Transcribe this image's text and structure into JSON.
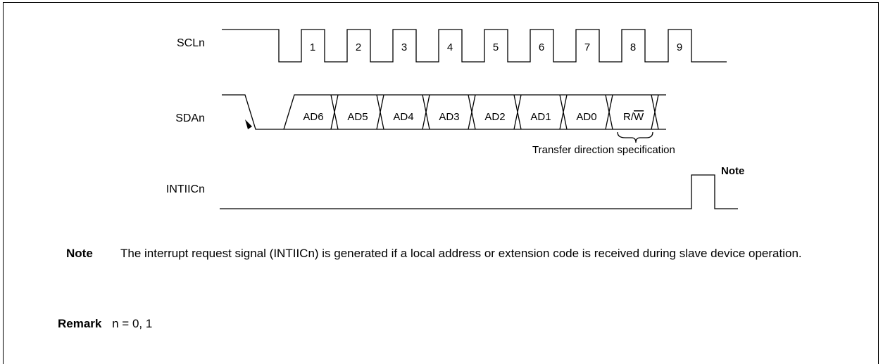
{
  "signals": {
    "scl": "SCLn",
    "sda": "SDAn",
    "intiic": "INTIICn"
  },
  "clock_numbers": [
    "1",
    "2",
    "3",
    "4",
    "5",
    "6",
    "7",
    "8",
    "9"
  ],
  "data_bits": [
    "AD6",
    "AD5",
    "AD4",
    "AD3",
    "AD2",
    "AD1",
    "AD0"
  ],
  "rw_bit": {
    "r": "R/",
    "w": "W"
  },
  "transfer_direction_label": "Transfer direction specification",
  "interrupt_note_marker": "Note",
  "note": {
    "label": "Note",
    "text": "The interrupt request signal (INTIICn) is generated if a local address or extension code is received during slave device operation."
  },
  "remark": {
    "label": "Remark",
    "text": "n = 0, 1"
  }
}
